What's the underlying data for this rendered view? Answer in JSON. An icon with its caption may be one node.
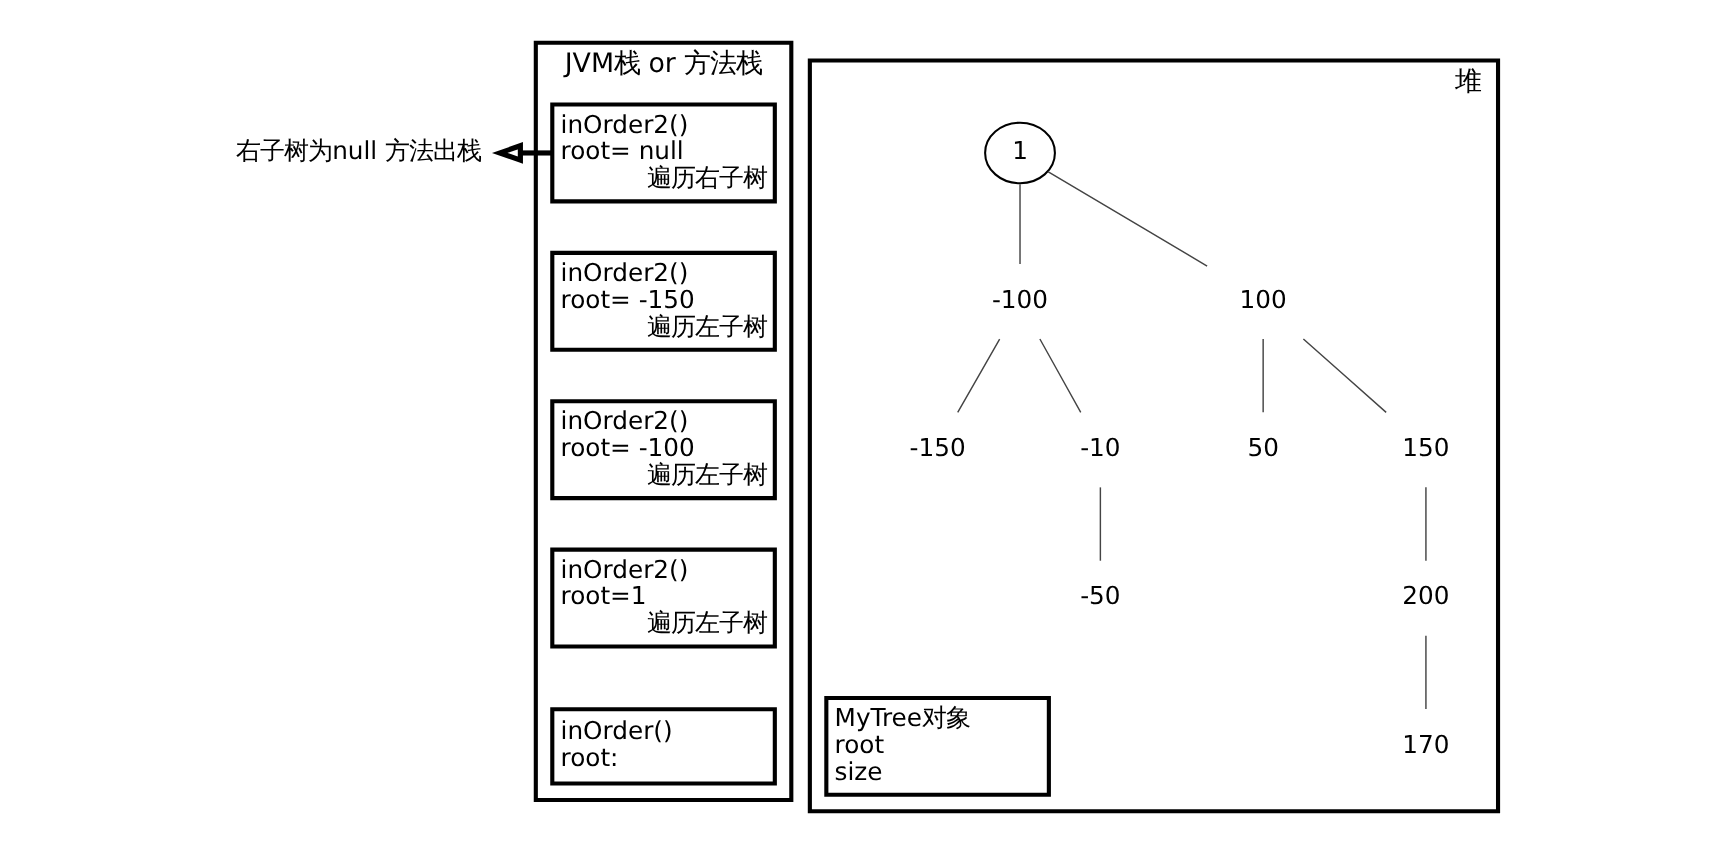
{
  "diagram": {
    "nodes": [
      {
        "text": [
          "JVM栈 or 方法栈"
        ]
      },
      {
        "text": [
          "inOrder2()",
          "root= null",
          "遍历右子树"
        ],
        "in": 0
      },
      {
        "text": [
          "inOrder2()",
          "root= -150",
          "遍历左子树"
        ],
        "in": 0
      },
      {
        "text": [
          "inOrder2()",
          "root= -100",
          "遍历左子树"
        ],
        "in": 0
      },
      {
        "text": [
          "inOrder2()",
          "root=1",
          "遍历左子树"
        ],
        "in": 0
      },
      {
        "text": [
          "inOrder()",
          "root:"
        ],
        "in": 0
      },
      {
        "text": [
          "堆"
        ]
      },
      {
        "text": [
          "MyTree对象",
          "root",
          "size"
        ],
        "in": 6
      },
      {
        "text": [
          "1"
        ],
        "in": 6
      },
      {
        "text": [
          "-100"
        ],
        "in": 6
      },
      {
        "text": [
          "100"
        ],
        "in": 6
      },
      {
        "text": [
          "-150"
        ],
        "in": 6
      },
      {
        "text": [
          "-10"
        ],
        "in": 6
      },
      {
        "text": [
          "50"
        ],
        "in": 6
      },
      {
        "text": [
          "150"
        ],
        "in": 6
      },
      {
        "text": [
          "-50"
        ],
        "in": 6
      },
      {
        "text": [
          "200"
        ],
        "in": 6
      },
      {
        "text": [
          "170"
        ],
        "in": 6
      },
      {
        "text": [
          "右子树为null 方法出栈"
        ]
      }
    ],
    "edges": [
      {
        "from": 1,
        "to": 18,
        "arrow": "to",
        "style": "thick"
      },
      {
        "from": 8,
        "to": 9,
        "arrow": "none"
      },
      {
        "from": 8,
        "to": 10,
        "arrow": "none"
      },
      {
        "from": 9,
        "to": 11,
        "arrow": "none"
      },
      {
        "from": 9,
        "to": 12,
        "arrow": "none"
      },
      {
        "from": 12,
        "to": 15,
        "arrow": "none"
      },
      {
        "from": 10,
        "to": 13,
        "arrow": "none"
      },
      {
        "from": 10,
        "to": 14,
        "arrow": "none"
      },
      {
        "from": 14,
        "to": 16,
        "arrow": "none"
      },
      {
        "from": 16,
        "to": 17,
        "arrow": "none"
      }
    ]
  }
}
